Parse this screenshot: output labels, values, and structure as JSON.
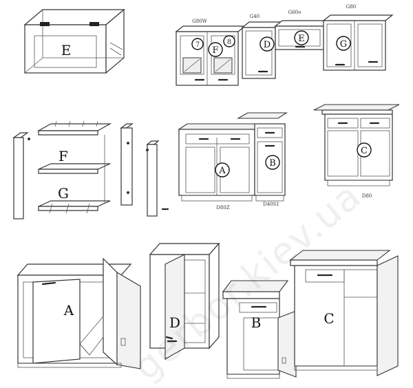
{
  "watermark": "gerbor.kiev.ua",
  "top_row": {
    "explode_upper_label": "E",
    "wall_labels": {
      "g80w": "G80W",
      "g40": "G40",
      "g60o": "G60o",
      "g80": "G80"
    },
    "wall_markers": {
      "m7": "7",
      "f": "F",
      "m8": "8",
      "d": "D",
      "e": "E",
      "g": "G"
    }
  },
  "middle_row": {
    "explode_labels": {
      "f": "F",
      "g": "G"
    },
    "base_markers": {
      "a": "A",
      "b": "B",
      "c": "C"
    },
    "base_codes": {
      "d80z": "D80Z",
      "d40s1": "D40S1",
      "d80": "D80"
    }
  },
  "bottom_row": {
    "labels": {
      "a": "A",
      "d": "D",
      "b": "B",
      "c": "C"
    }
  }
}
